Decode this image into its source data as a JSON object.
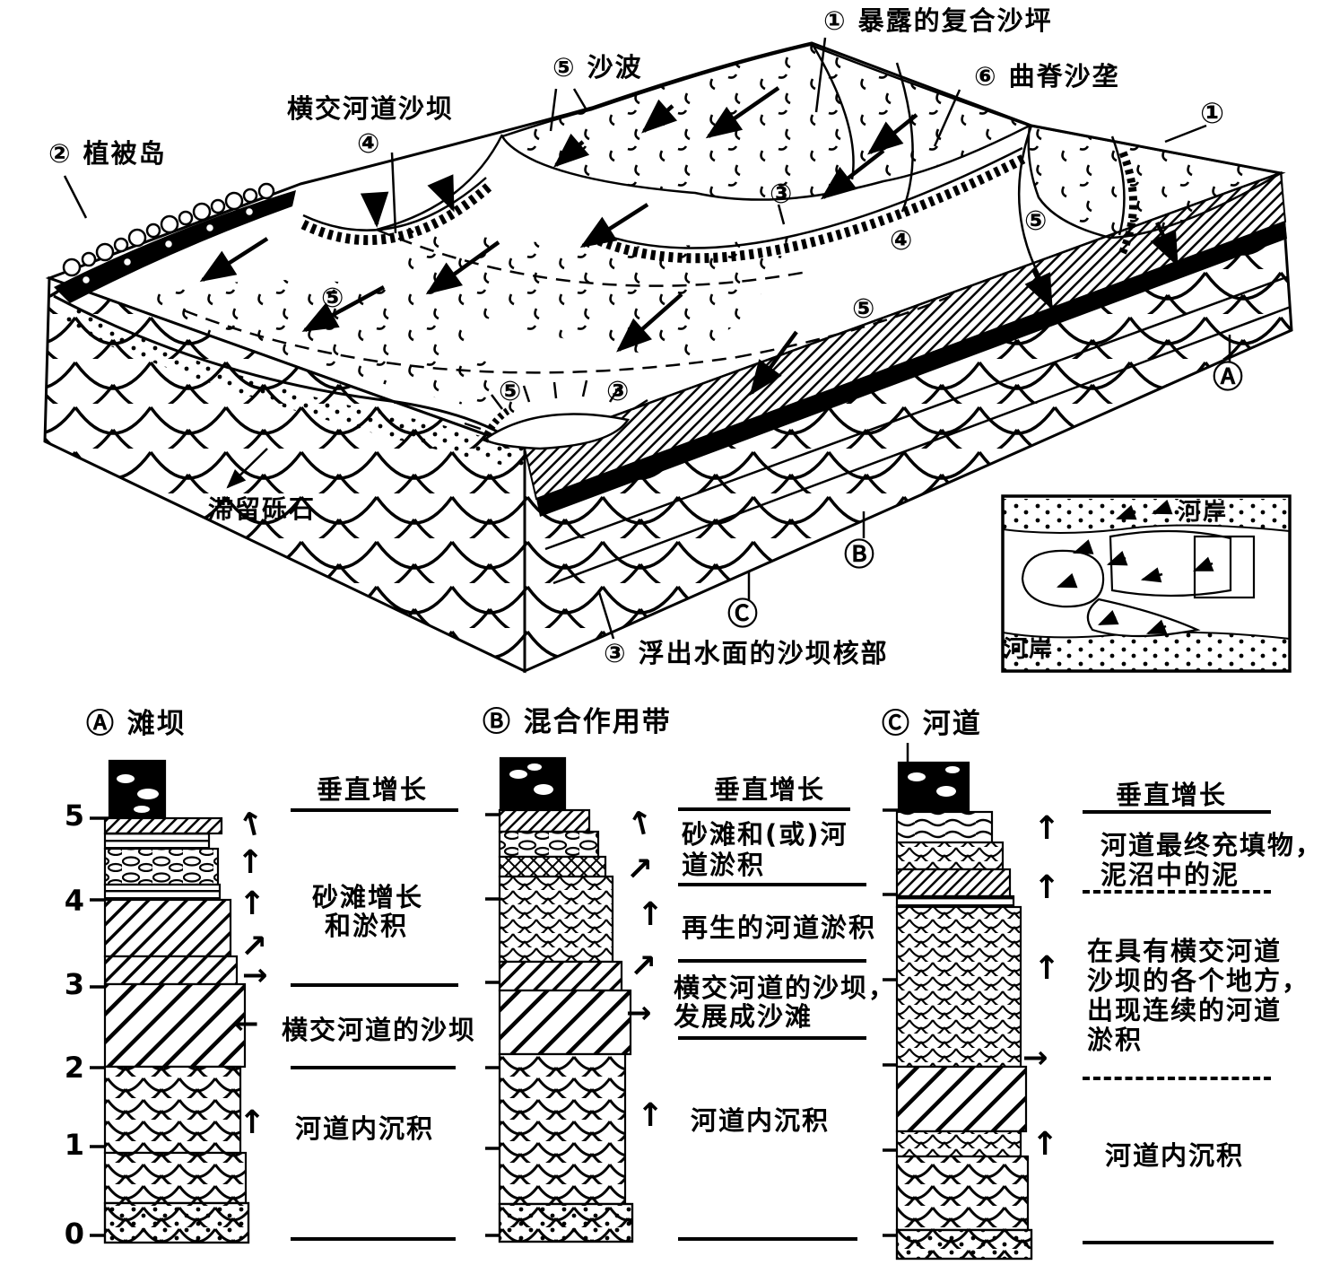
{
  "diagram": {
    "labels": {
      "exposed_flat": "① 暴露的复合沙坪",
      "sand_waves": "⑤ 沙波",
      "curved_ridge": "⑥ 曲脊沙垄",
      "transverse_bar": "横交河道沙坝",
      "transverse_bar_num": "④",
      "veg_island": "② 植被岛",
      "lag_gravel": "滞留砾石",
      "bar_core": "③ 浮出水面的沙坝核部"
    },
    "markers": {
      "right_1": "①",
      "top_3": "③",
      "mid_4": "④",
      "right_5": "⑤",
      "mid_5": "⑤",
      "left_5": "⑤",
      "center_5": "⑤",
      "center_3": "③",
      "face_a": "Ⓐ",
      "face_b": "Ⓑ",
      "face_c": "Ⓒ"
    },
    "inset": {
      "bank_top": "河岸",
      "bank_bottom": "河岸"
    }
  },
  "logs": {
    "scale": [
      "5",
      "4",
      "3",
      "2",
      "1",
      "0"
    ],
    "a": {
      "title": "Ⓐ 滩坝",
      "zones": [
        [
          "垂直增长"
        ],
        [
          "砂滩增长",
          "和淤积"
        ],
        [
          "横交河道的沙坝"
        ],
        [
          "河道内沉积"
        ]
      ]
    },
    "b": {
      "title": "Ⓑ 混合作用带",
      "zones": [
        [
          "垂直增长"
        ],
        [
          "砂滩和(或)河",
          "道淤积"
        ],
        [
          "再生的河道淤积"
        ],
        [
          "横交河道的沙坝，",
          "发展成沙滩"
        ],
        [
          "河道内沉积"
        ]
      ]
    },
    "c": {
      "title": "Ⓒ 河道",
      "zones": [
        [
          "垂直增长"
        ],
        [
          "河道最终充填物，",
          "泥沼中的泥"
        ],
        [
          "在具有横交河道",
          "沙坝的各个地方，",
          "出现连续的河道",
          "淤积"
        ],
        [
          "河道内沉积"
        ]
      ]
    }
  },
  "icons": {
    "up": "↑",
    "up_right": "↗",
    "right": "→",
    "left": "←"
  },
  "colors": {
    "ink": "#000000",
    "paper": "#ffffff"
  }
}
